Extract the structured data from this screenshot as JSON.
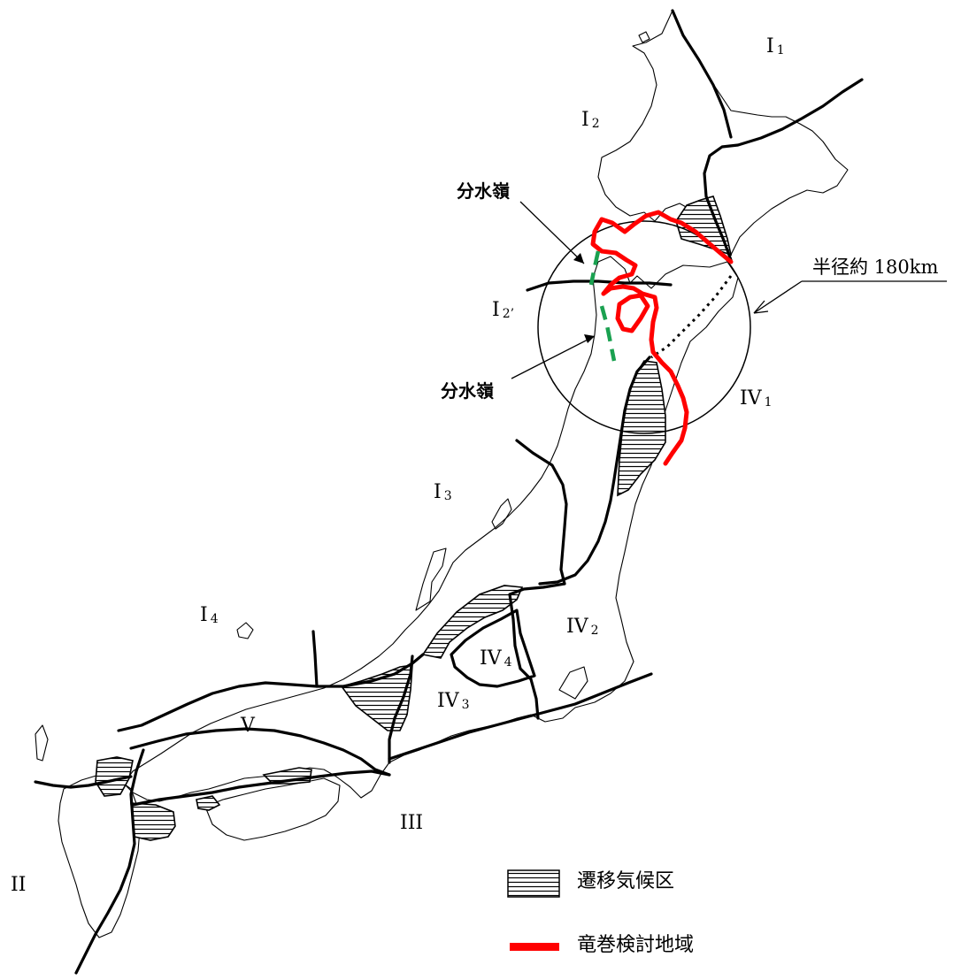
{
  "zones": {
    "I1": {
      "roman": "I",
      "sub": "1"
    },
    "I2": {
      "roman": "I",
      "sub": "2"
    },
    "I2p": {
      "roman": "I",
      "sub": "2’"
    },
    "I3": {
      "roman": "I",
      "sub": "3"
    },
    "I4": {
      "roman": "I",
      "sub": "4"
    },
    "II": {
      "roman": "II",
      "sub": ""
    },
    "III": {
      "roman": "III",
      "sub": ""
    },
    "IV1": {
      "roman": "IV",
      "sub": "1"
    },
    "IV2": {
      "roman": "IV",
      "sub": "2"
    },
    "IV3": {
      "roman": "IV",
      "sub": "3"
    },
    "IV4": {
      "roman": "IV",
      "sub": "4"
    },
    "V": {
      "roman": "V",
      "sub": ""
    }
  },
  "annotations": {
    "watershed_upper": "分水嶺",
    "watershed_lower": "分水嶺",
    "radius": "半径約 180km"
  },
  "legend": {
    "transition": "遷移気候区",
    "tornado": "竜巻検討地域"
  },
  "colors": {
    "tornado_area": "#ff0000",
    "watershed": "#1aa150",
    "outline": "#000000"
  }
}
